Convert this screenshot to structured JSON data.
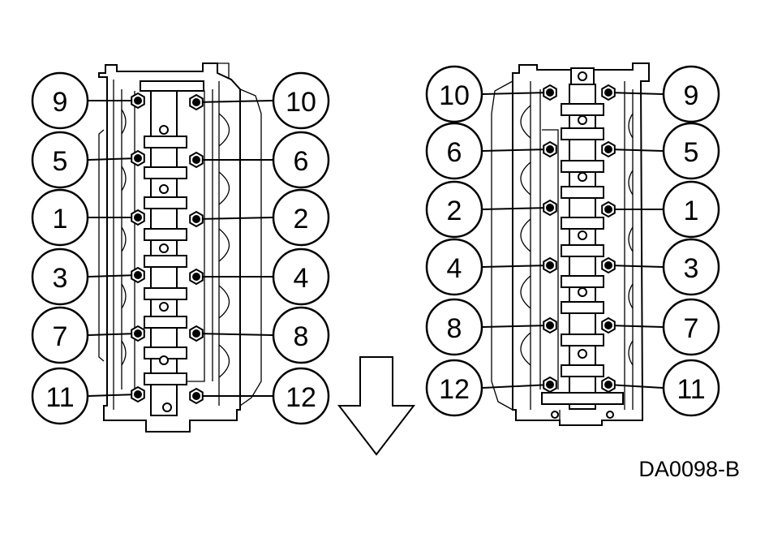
{
  "figure_code": "DA0098-B",
  "left_head": {
    "left_column": [
      "9",
      "5",
      "1",
      "3",
      "7",
      "11"
    ],
    "right_column": [
      "10",
      "6",
      "2",
      "4",
      "8",
      "12"
    ]
  },
  "right_head": {
    "left_column": [
      "10",
      "6",
      "2",
      "4",
      "8",
      "12"
    ],
    "right_column": [
      "9",
      "5",
      "1",
      "3",
      "7",
      "11"
    ]
  },
  "direction_icon": "down-arrow-icon"
}
